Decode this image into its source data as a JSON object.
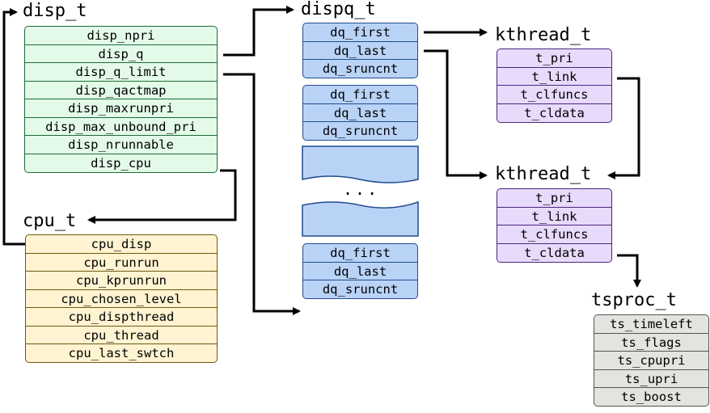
{
  "disp": {
    "title": "disp_t",
    "fields": [
      "disp_npri",
      "disp_q",
      "disp_q_limit",
      "disp_qactmap",
      "disp_maxrunpri",
      "disp_max_unbound_pri",
      "disp_nrunnable",
      "disp_cpu"
    ]
  },
  "cpu": {
    "title": "cpu_t",
    "fields": [
      "cpu_disp",
      "cpu_runrun",
      "cpu_kprunrun",
      "cpu_chosen_level",
      "cpu_dispthread",
      "cpu_thread",
      "cpu_last_swtch"
    ]
  },
  "dispq": {
    "title": "dispq_t",
    "entries": [
      [
        "dq_first",
        "dq_last",
        "dq_sruncnt"
      ],
      [
        "dq_first",
        "dq_last",
        "dq_sruncnt"
      ],
      [
        "dq_first",
        "dq_last",
        "dq_sruncnt"
      ]
    ],
    "ellipsis": "..."
  },
  "kthread1": {
    "title": "kthread_t",
    "fields": [
      "t_pri",
      "t_link",
      "t_clfuncs",
      "t_cldata"
    ]
  },
  "kthread2": {
    "title": "kthread_t",
    "fields": [
      "t_pri",
      "t_link",
      "t_clfuncs",
      "t_cldata"
    ]
  },
  "tsproc": {
    "title": "tsproc_t",
    "fields": [
      "ts_timeleft",
      "ts_flags",
      "ts_cpupri",
      "ts_upri",
      "ts_boost"
    ]
  }
}
